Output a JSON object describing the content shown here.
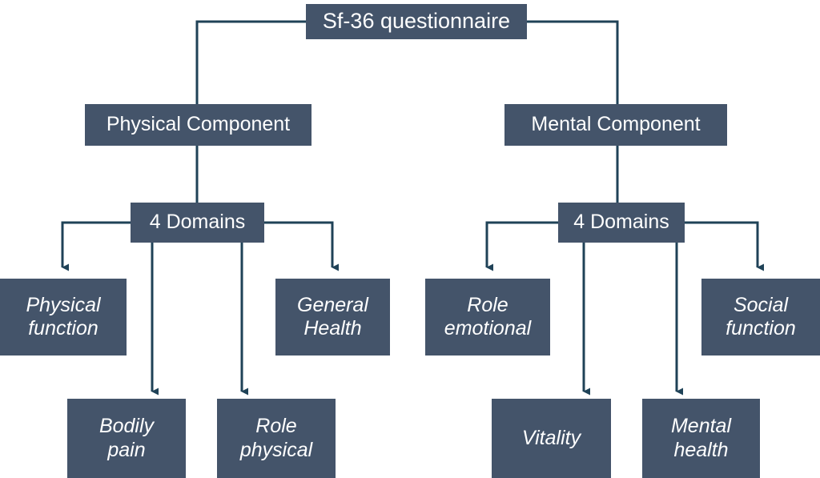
{
  "diagram": {
    "title": "Sf-36 questionnaire",
    "type": "hierarchy-tree",
    "colors": {
      "node_fill": "#44546A",
      "node_text": "#FFFFFF",
      "connector": "#1F4257",
      "background": "#FFFFFF"
    },
    "nodes": {
      "root": {
        "label": "Sf-36 questionnaire"
      },
      "physical_component": {
        "label": "Physical Component"
      },
      "mental_component": {
        "label": "Mental Component"
      },
      "physical_domains": {
        "label": "4 Domains"
      },
      "mental_domains": {
        "label": "4 Domains"
      },
      "physical_function": {
        "label": "Physical\nfunction"
      },
      "bodily_pain": {
        "label": "Bodily\npain"
      },
      "role_physical": {
        "label": "Role\nphysical"
      },
      "general_health": {
        "label": "General\nHealth"
      },
      "role_emotional": {
        "label": "Role\nemotional"
      },
      "vitality": {
        "label": "Vitality"
      },
      "mental_health": {
        "label": "Mental\nhealth"
      },
      "social_function": {
        "label": "Social\nfunction"
      }
    }
  }
}
